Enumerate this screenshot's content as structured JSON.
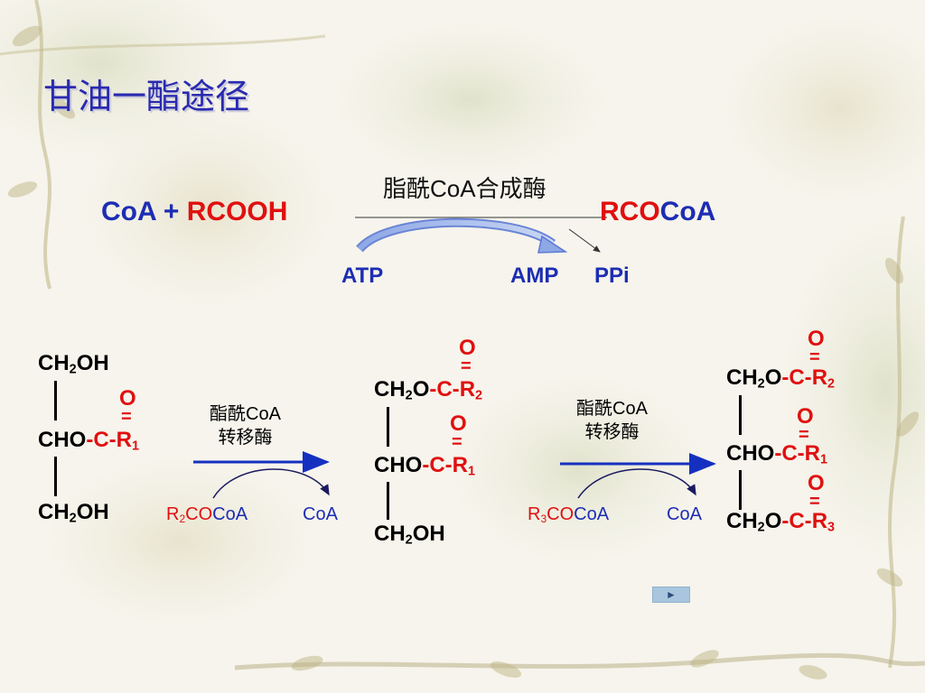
{
  "title": "甘油一酯途径",
  "activation": {
    "enzyme": "脂酰CoA合成酶",
    "left_coa": "CoA",
    "plus": " + ",
    "left_acid": "RCOOH",
    "product_rco": "RCO",
    "product_coa": "CoA",
    "atp": "ATP",
    "amp": "AMP",
    "ppi": "PPi"
  },
  "step1": {
    "enzyme_line1": "酯酰CoA",
    "enzyme_line2": "转移酶",
    "donor_prefix": "R",
    "donor_sub": "2",
    "donor_co": "CO",
    "donor_coa": "CoA",
    "released": "CoA"
  },
  "step2": {
    "enzyme_line1": "酯酰CoA",
    "enzyme_line2": "转移酶",
    "donor_prefix": "R",
    "donor_sub": "3",
    "donor_co": "CO",
    "donor_coa": "CoA",
    "released": "CoA"
  },
  "monoglyceride": {
    "top_ch": "CH",
    "top_sub": "2",
    "top_oh": "OH",
    "mid_cho": "CHO",
    "mid_dash_c": "-C-",
    "mid_r": "R",
    "mid_r_sub": "1",
    "mid_o": "O",
    "mid_eq": "=",
    "bot_ch": "CH",
    "bot_sub": "2",
    "bot_oh": "OH"
  },
  "diglyceride": {
    "top_ch": "CH",
    "top_sub": "2",
    "top_o": "O",
    "top_dash_c": "-C-",
    "top_r": "R",
    "top_r_sub": "2",
    "top_carbonyl_o": "O",
    "top_eq": "=",
    "mid_cho": "CHO",
    "mid_dash_c": "-C-",
    "mid_r": "R",
    "mid_r_sub": "1",
    "mid_o": "O",
    "mid_eq": "=",
    "bot_ch": "CH",
    "bot_sub": "2",
    "bot_oh": "OH"
  },
  "triglyceride": {
    "top_ch": "CH",
    "top_sub": "2",
    "top_o": "O",
    "top_dash_c": "-C-",
    "top_r": "R",
    "top_r_sub": "2",
    "top_carbonyl_o": "O",
    "top_eq": "=",
    "mid_cho": "CHO",
    "mid_dash_c": "-C-",
    "mid_r": "R",
    "mid_r_sub": "1",
    "mid_o": "O",
    "mid_eq": "=",
    "bot_ch": "CH",
    "bot_sub": "2",
    "bot_o": "O",
    "bot_dash_c": "-C-",
    "bot_r": "R",
    "bot_r_sub": "3",
    "bot_carbonyl_o": "O",
    "bot_eq": "="
  },
  "nav": {
    "next_label": "►"
  },
  "colors": {
    "title": "#2a2ab0",
    "blue": "#1d2db3",
    "red": "#e01010",
    "arrow": "#1530c0"
  }
}
